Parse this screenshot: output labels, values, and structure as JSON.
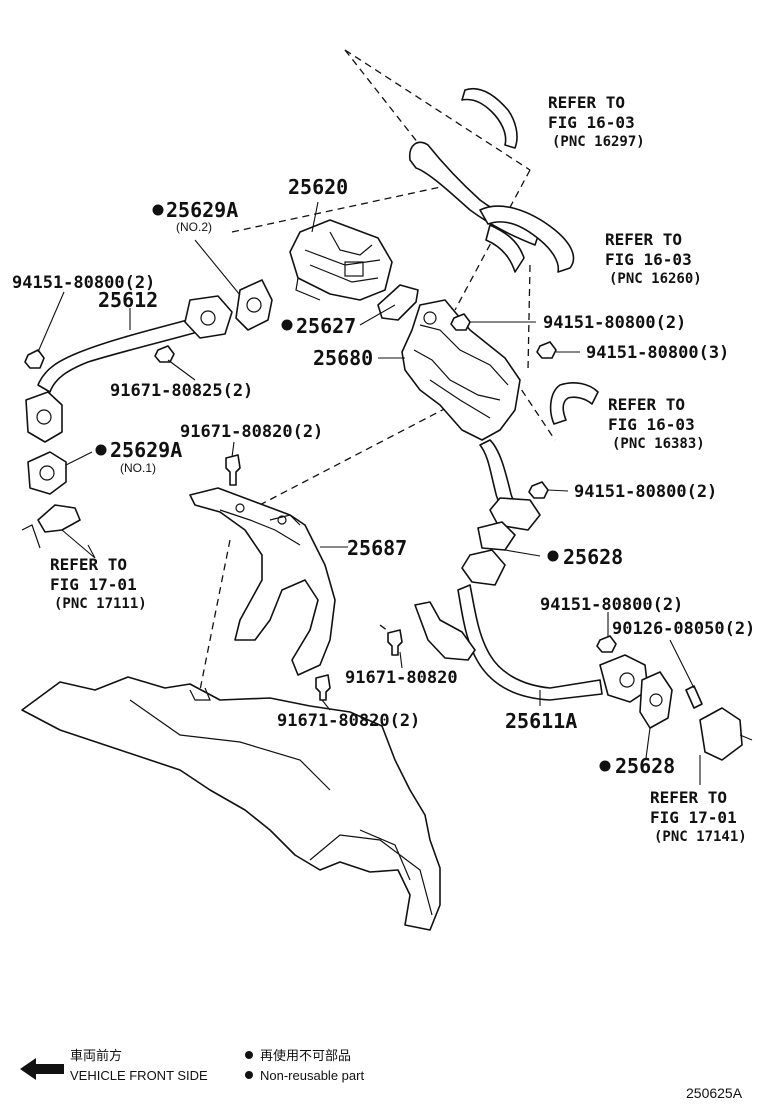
{
  "callouts": {
    "c25620": "25620",
    "c25629A_2": "25629A",
    "c25629A_2_sub": "(NO.2)",
    "c94151_tl": "94151-80800(2)",
    "c25612": "25612",
    "c91671_825": "91671-80825(2)",
    "c25629A_1": "25629A",
    "c25629A_1_sub": "(NO.1)",
    "c91671_820_top": "91671-80820(2)",
    "c25627": "25627",
    "c25680": "25680",
    "c94151_mid2": "94151-80800(2)",
    "c94151_mid3": "94151-80800(3)",
    "c94151_low2": "94151-80800(2)",
    "c25687": "25687",
    "c25628_upper": "25628",
    "c94151_right": "94151-80800(2)",
    "c90126": "90126-08050(2)",
    "c91671_820_single": "91671-80820",
    "c91671_820_bottom": "91671-80820(2)",
    "c25611A": "25611A",
    "c25628_lower": "25628"
  },
  "refs": [
    {
      "line1": "REFER TO",
      "line2": "FIG 16-03",
      "pnc": "(PNC 16297)"
    },
    {
      "line1": "REFER TO",
      "line2": "FIG 16-03",
      "pnc": "(PNC 16260)"
    },
    {
      "line1": "REFER TO",
      "line2": "FIG 16-03",
      "pnc": "(PNC 16383)"
    },
    {
      "line1": "REFER TO",
      "line2": "FIG 17-01",
      "pnc": "(PNC 17111)"
    },
    {
      "line1": "REFER TO",
      "line2": "FIG 17-01",
      "pnc": "(PNC 17141)"
    }
  ],
  "legend": {
    "front_jp": "車両前方",
    "front_en": "VEHICLE FRONT SIDE",
    "nonreuse_jp": "再使用不可部品",
    "nonreuse_en": "Non-reusable part"
  },
  "drawing_code": "250625A"
}
